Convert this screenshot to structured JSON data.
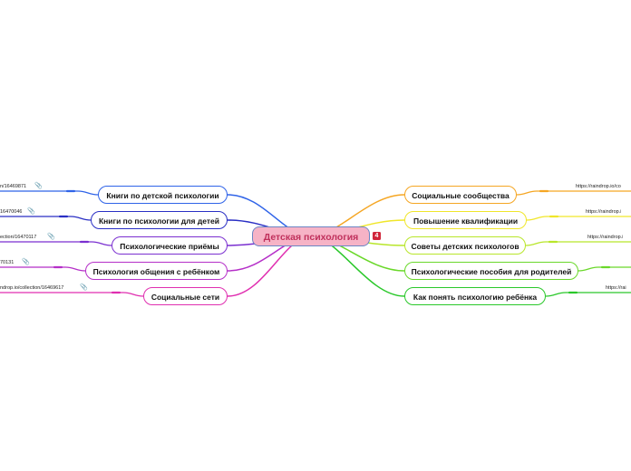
{
  "root": {
    "label": "Детская психология",
    "badge": "4"
  },
  "left_nodes": [
    {
      "label": "Книги по детской психологии",
      "link": "n/16469871",
      "color": "#2f63e8"
    },
    {
      "label": "Книги по психологии для детей",
      "link": "16470046",
      "color": "#2a2fc4"
    },
    {
      "label": "Психологические приёмы",
      "link": "ection/16470117",
      "color": "#7a2fd0"
    },
    {
      "label": "Психология общения с ребёнком",
      "link": "70131",
      "color": "#b52fc8"
    },
    {
      "label": "Социальные сети",
      "link": "ndrop.io/collection/16469617",
      "color": "#e02fb0"
    }
  ],
  "right_nodes": [
    {
      "label": "Социальные сообщества",
      "link": "https://raindrop.io/co",
      "color": "#f5a623"
    },
    {
      "label": "Повышение квалификации",
      "link": "https://raindrop.i",
      "color": "#f0e62a"
    },
    {
      "label": "Советы детских психологов",
      "link": "https://raindrop.i",
      "color": "#b8e62a"
    },
    {
      "label": "Психологические пособия для родителей",
      "link": "",
      "color": "#6ad82a"
    },
    {
      "label": "Как понять психологию ребёнка",
      "link": "https://rai",
      "color": "#2ac82a"
    }
  ],
  "icons": {
    "attachment": "paperclip-icon"
  }
}
